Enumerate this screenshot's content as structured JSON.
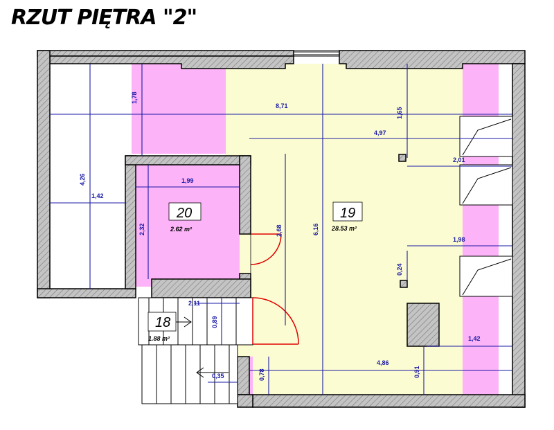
{
  "title": "RZUT PIĘTRA \"2\"",
  "colors": {
    "wall_fill": "#b9b9b9",
    "wall_stroke": "#000000",
    "floor_yellow": "#fcfcd2",
    "pink": "#fdb3f7",
    "dimension": "#1a1aa6",
    "door": "#e00000"
  },
  "rooms": [
    {
      "id": "20",
      "number": "20",
      "area": "2.62 m²"
    },
    {
      "id": "19",
      "number": "19",
      "area": "28.53 m²"
    },
    {
      "id": "18",
      "number": "18",
      "area": "1.88 m²"
    }
  ],
  "dimensions": {
    "d_8_71": "8,71",
    "d_4_97": "4,97",
    "d_1_78": "1,78",
    "d_1_65": "1,65",
    "d_4_26": "4,26",
    "d_1_42_left": "1,42",
    "d_1_99": "1,99",
    "d_2_32": "2,32",
    "d_2_68": "2,68",
    "d_6_16": "6,16",
    "d_2_01": "2,01",
    "d_1_98": "1,98",
    "d_0_24": "0,24",
    "d_2_11": "2,11",
    "d_0_89": "0,89",
    "d_1_42_right": "1,42",
    "d_4_86": "4,86",
    "d_0_91": "0,91",
    "d_0_35": "0,35",
    "d_0_78": "0,78"
  }
}
